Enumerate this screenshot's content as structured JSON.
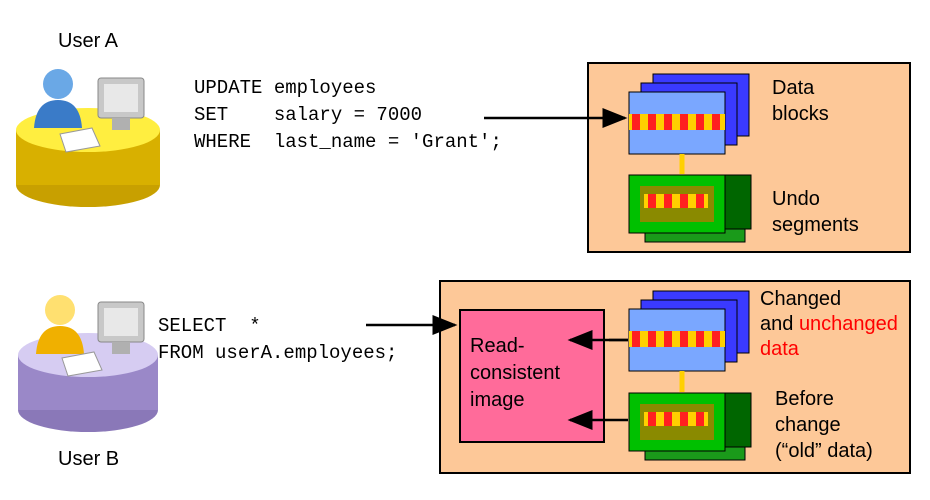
{
  "user_a": {
    "label": "User A",
    "sql": [
      "UPDATE employees",
      "SET    salary = 7000",
      "WHERE  last_name = 'Grant';"
    ]
  },
  "user_b": {
    "label": "User B",
    "sql": [
      "SELECT  *",
      "FROM userA.employees;"
    ]
  },
  "top_panel": {
    "data_blocks": [
      "Data",
      "blocks"
    ],
    "undo_segments": [
      "Undo",
      "segments"
    ]
  },
  "bottom_panel": {
    "changed": "Changed",
    "and": "and",
    "unchanged": "unchanged",
    "data": "data",
    "read_consistent": [
      "Read-",
      "consistent",
      "image"
    ],
    "before_change": [
      "Before",
      "change",
      "(“old” data)"
    ]
  },
  "colors": {
    "panel_fill": "#fdc898",
    "read_consistent_fill": "#ff6b9a",
    "block_blue": "#3a3aff",
    "block_light_blue": "#7aa7ff",
    "undo_green": "#00c000",
    "undo_dark_green": "#006600",
    "highlight_red": "#ff0000"
  }
}
